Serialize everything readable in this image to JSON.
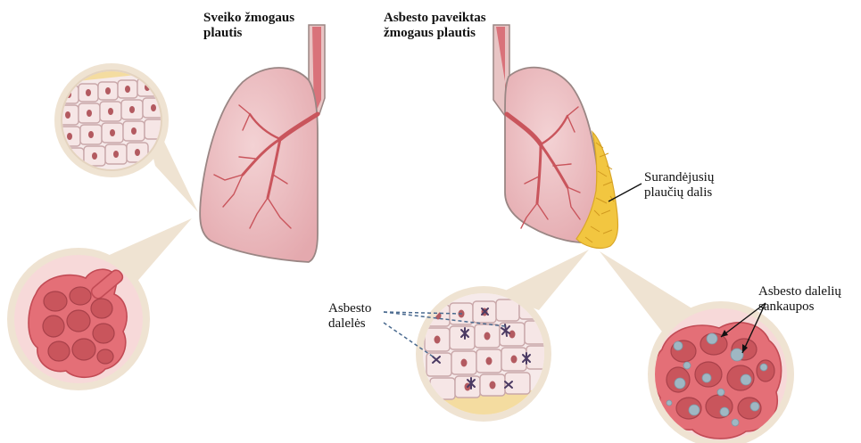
{
  "healthy": {
    "title_line1": "Sveiko žmogaus",
    "title_line2": "plautis"
  },
  "affected": {
    "title_line1": "Asbesto paveiktas",
    "title_line2": "žmogaus plautis"
  },
  "labels": {
    "fibrosis_line1": "Surandėjusių",
    "fibrosis_line2": "plaučių dalis",
    "particles_line1": "Asbesto",
    "particles_line2": "dalelės",
    "clusters_line1": "Asbesto dalelių",
    "clusters_line2": "sankaupos"
  },
  "colors": {
    "lung_fill": "#ebbcc0",
    "lung_outline": "#9a8684",
    "trachea": "#d9727a",
    "vessels": "#c9555c",
    "fibrosis": "#f2c640",
    "callout_beige": "#efe3d2",
    "alveoli": "#e46f77",
    "asbestos_deposit": "#9fb7c3",
    "leader_dash": "#4a6a8f"
  }
}
